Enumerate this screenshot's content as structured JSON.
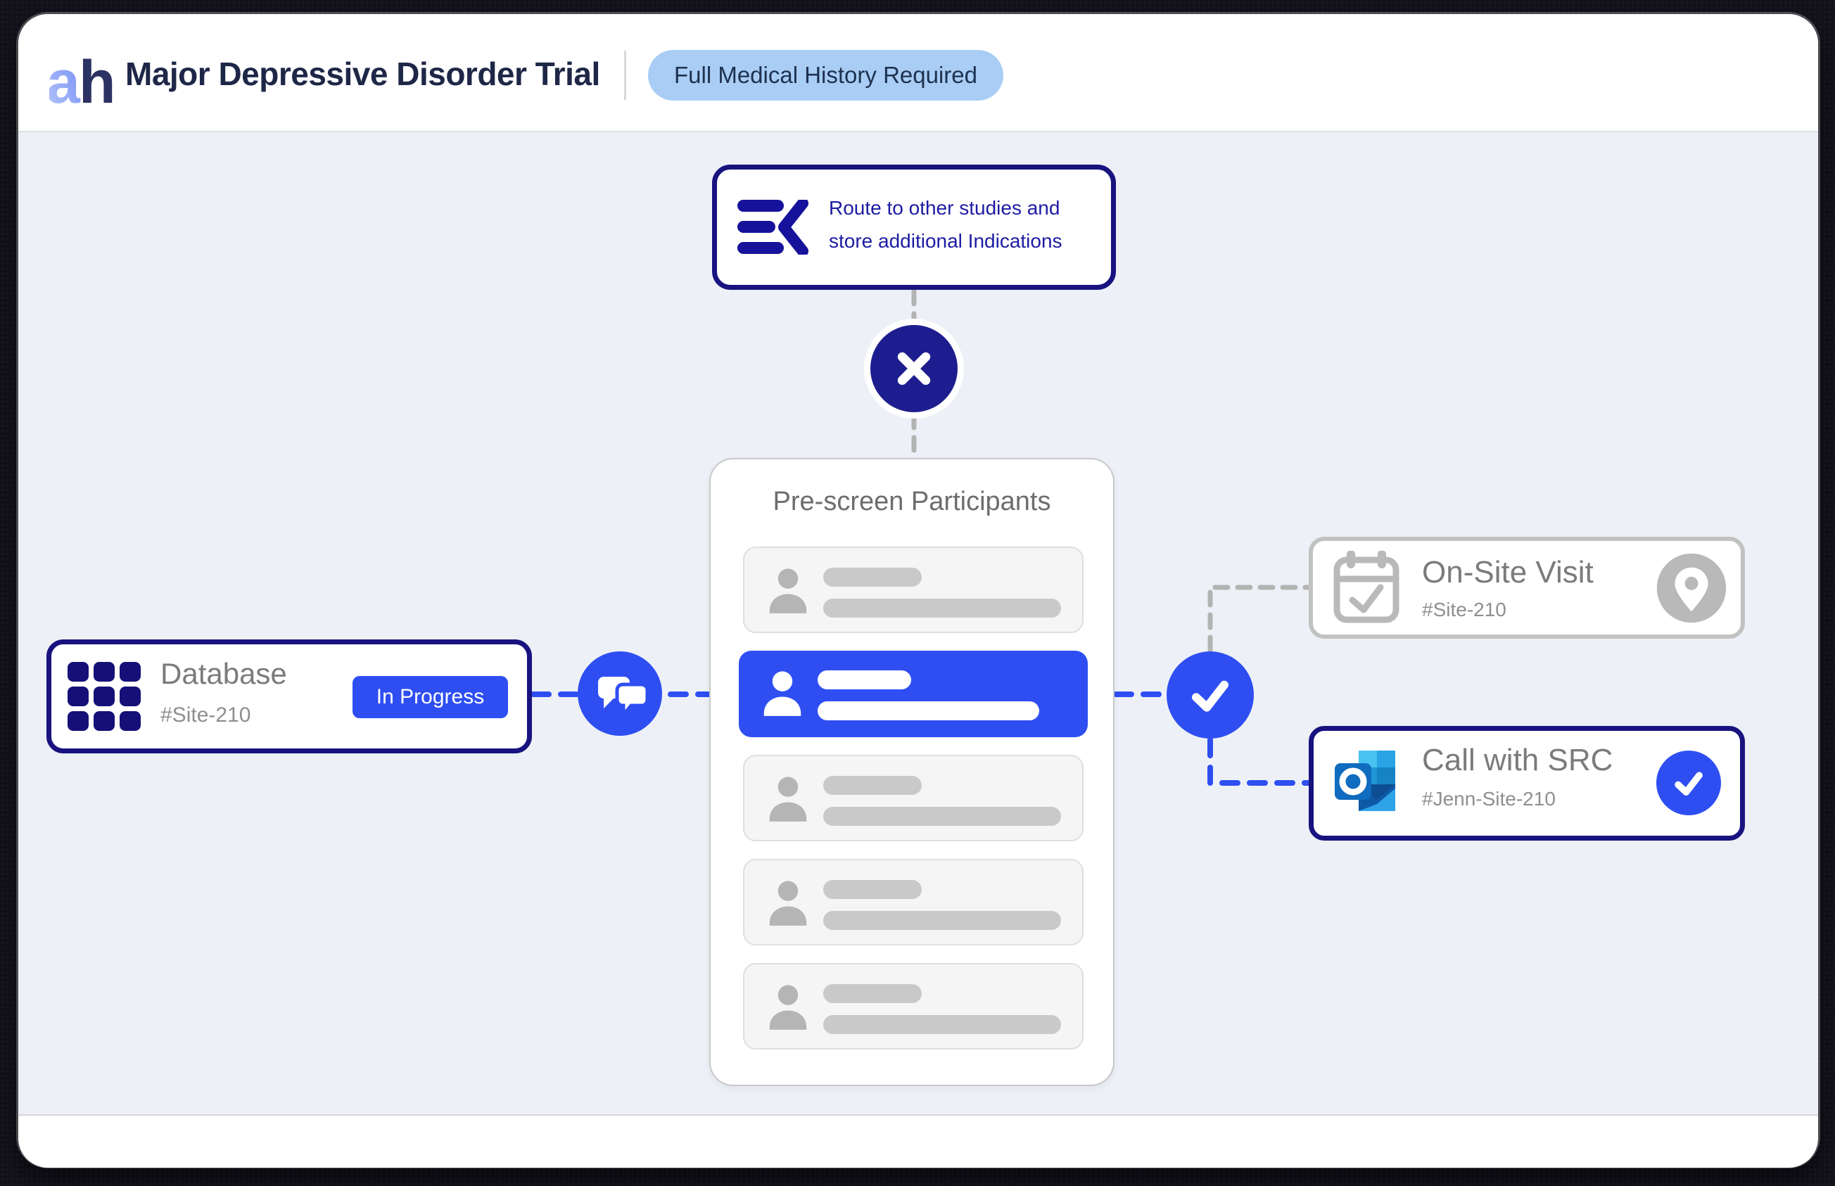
{
  "header": {
    "logo_a": "a",
    "logo_h": "h",
    "title": "Major Depressive Disorder Trial",
    "badge": "Full Medical History Required"
  },
  "flow": {
    "route_box": {
      "line1": "Route to other studies and",
      "line2": "store additional Indications"
    },
    "database": {
      "title": "Database",
      "subtitle": "#Site-210",
      "status_label": "In Progress"
    },
    "prescreen": {
      "title": "Pre-screen Participants",
      "rows": [
        {
          "selected": false
        },
        {
          "selected": true
        },
        {
          "selected": false
        },
        {
          "selected": false
        },
        {
          "selected": false
        }
      ]
    },
    "onsite_visit": {
      "title": "On-Site Visit",
      "subtitle": "#Site-210"
    },
    "call_src": {
      "title": "Call with SRC",
      "subtitle": "#Jenn-Site-210"
    }
  },
  "colors": {
    "navy_border": "#18137f",
    "royal_blue": "#2e4ef2",
    "badge_bg": "#a9cdf4",
    "badge_text": "#1e3150",
    "title_text": "#1e2747",
    "route_text": "#1d1ca3",
    "gray_title": "#7b7b7b",
    "gray_subtitle": "#8f8f8f",
    "canvas_bg": "#edf0f6",
    "connector_gray": "#b3b3b3"
  }
}
